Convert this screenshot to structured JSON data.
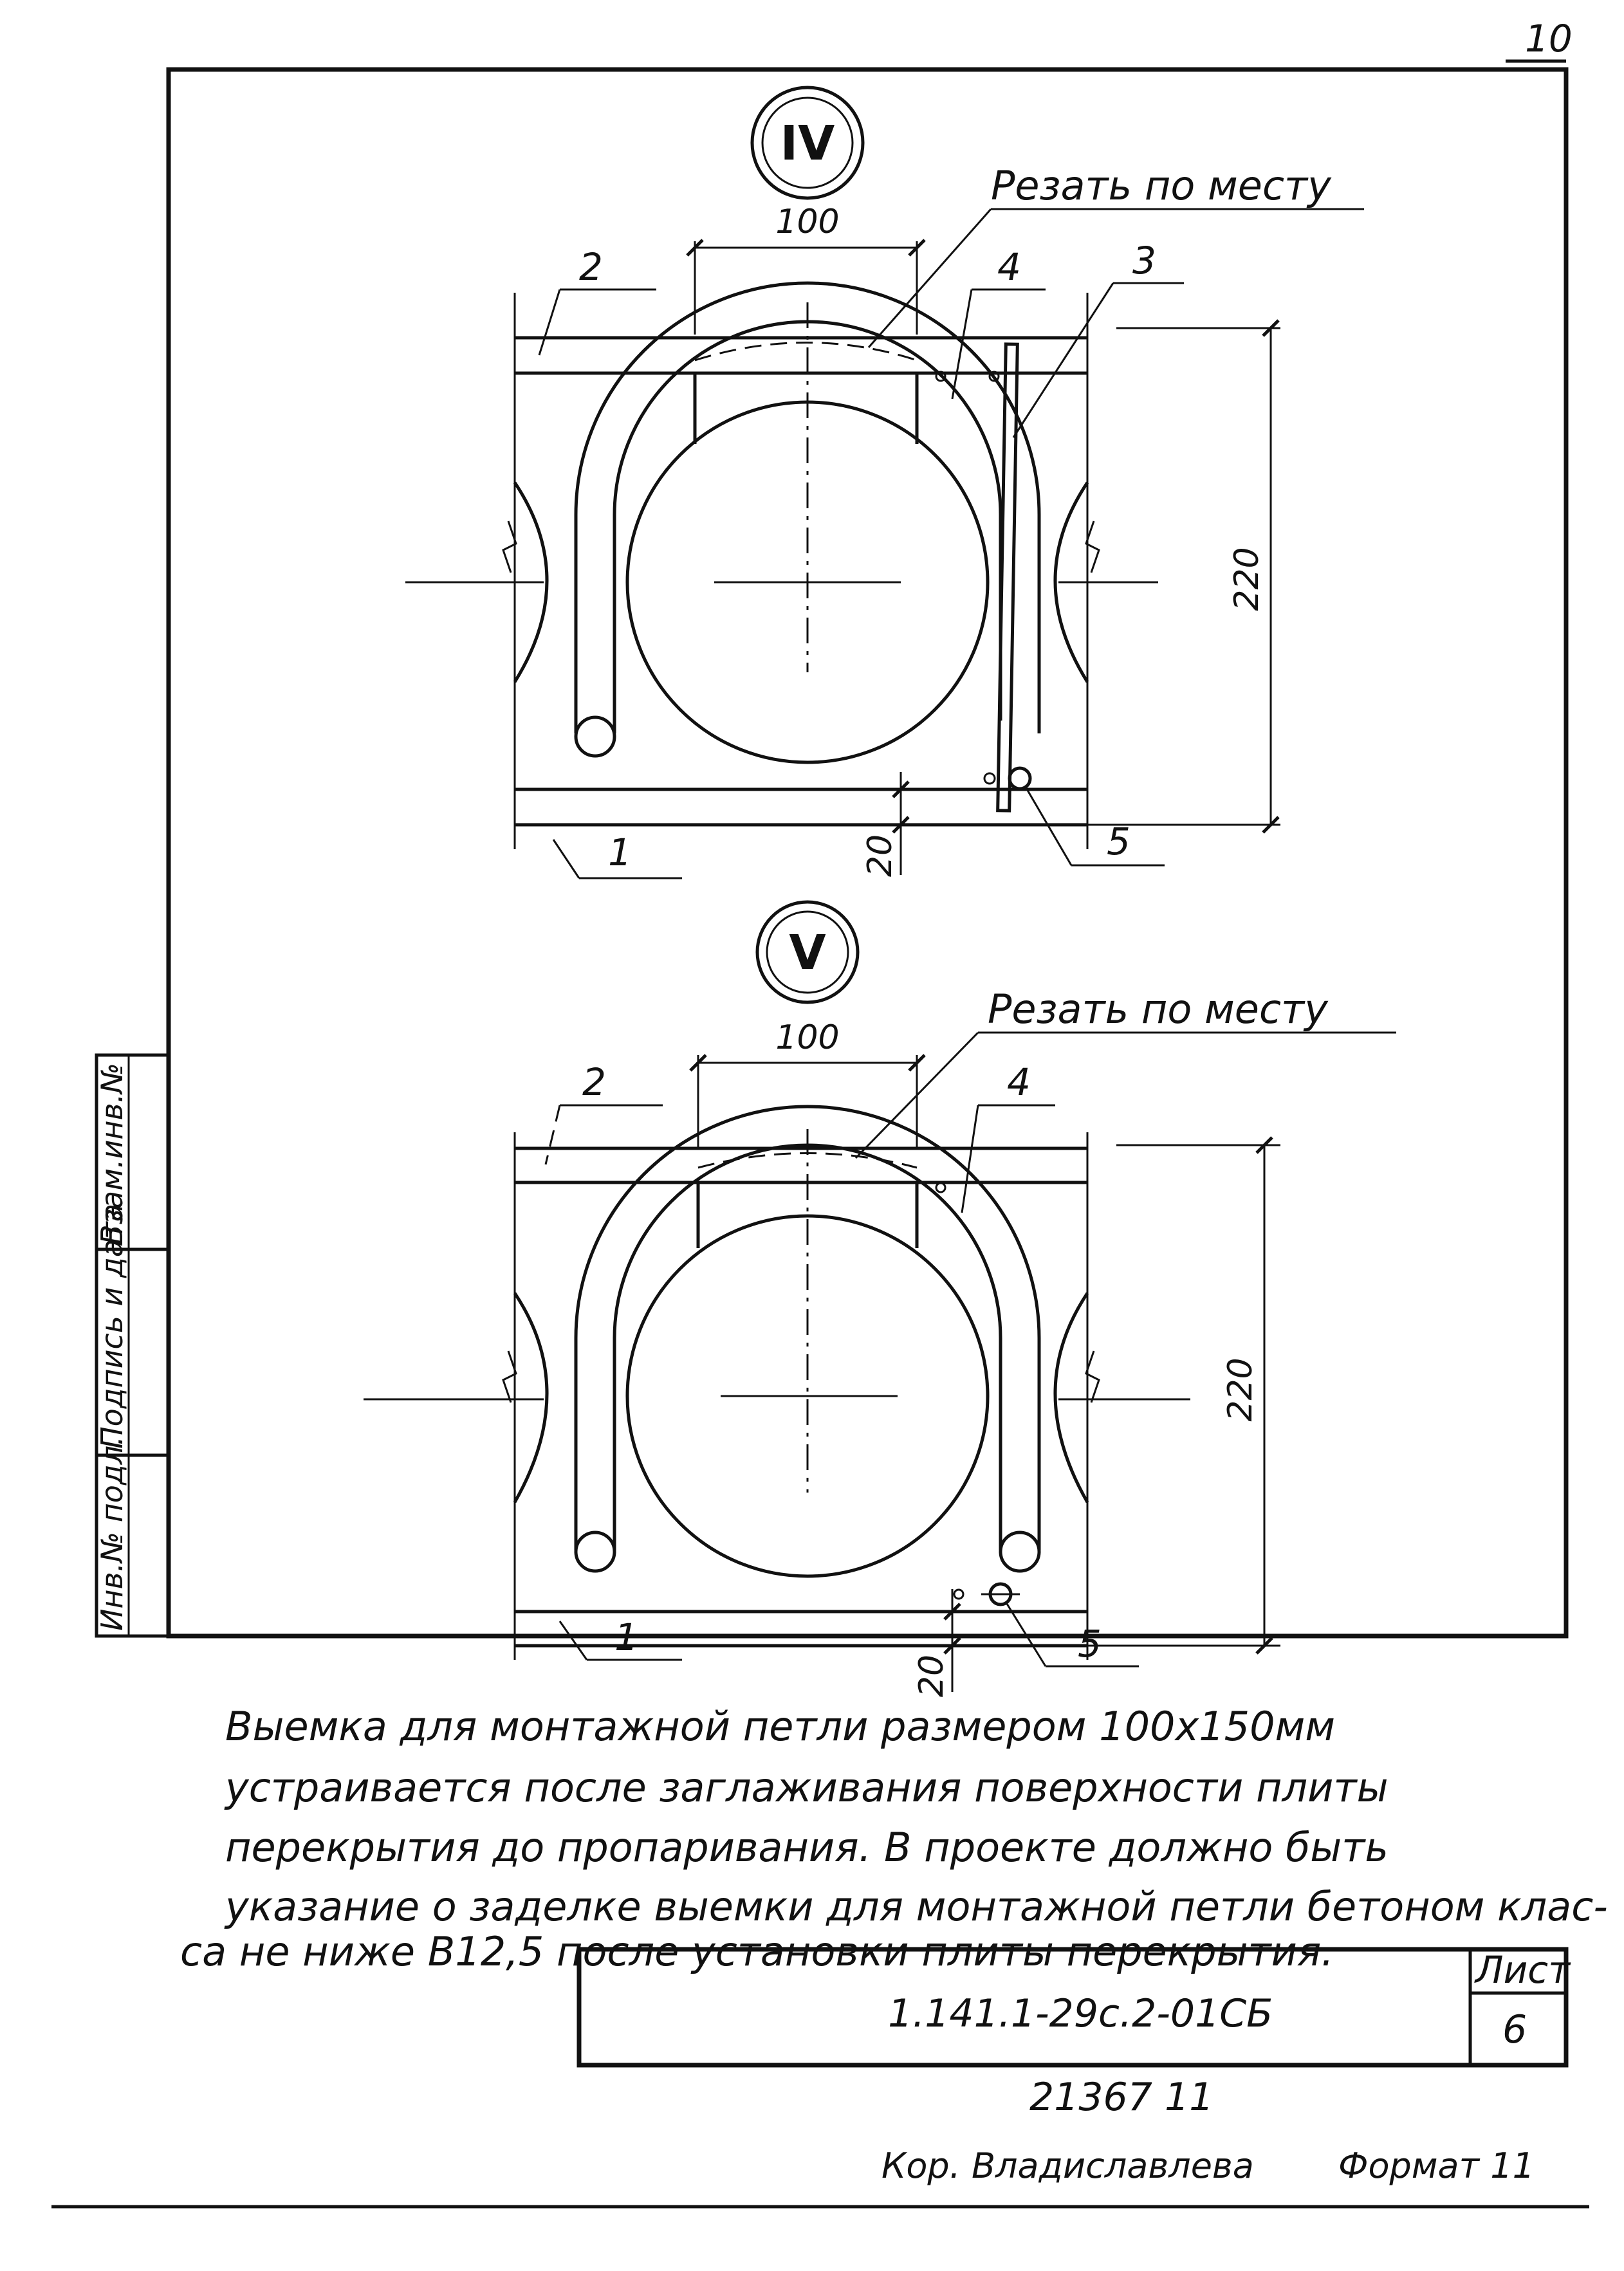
{
  "sheet": {
    "corner_page_number": "10",
    "sheet_label": "Лист",
    "sheet_number": "6",
    "document_code": "1.141.1-29с.2-01СБ",
    "bottom_number": "21367  11",
    "footer_left": "Кор. Владиславлева",
    "footer_right": "Формат 11"
  },
  "side_stamp": {
    "cell1": "Инв.№ подл.",
    "cell2": "Подпись и дата",
    "cell3": "Взам.инв.№"
  },
  "detail_iv": {
    "marker": "IV",
    "note": "Резать по месту",
    "dim_width": "100",
    "dim_height": "220",
    "dim_offset": "20",
    "callouts": [
      "1",
      "2",
      "3",
      "4",
      "5"
    ]
  },
  "detail_v": {
    "marker": "V",
    "note": "Резать по месту",
    "dim_width": "100",
    "dim_height": "220",
    "dim_offset": "20",
    "callouts": [
      "1",
      "2",
      "4",
      "5"
    ]
  },
  "notes": {
    "line1": "Выемка для монтажной петли размером 100х150мм",
    "line2": "устраивается после заглаживания поверхности плиты",
    "line3": "перекрытия до пропаривания. В проекте должно быть",
    "line4": "указание о заделке выемки для монтажной петли бетоном клас-",
    "line5": "са не ниже В12,5 после установки плиты перекрытия."
  }
}
